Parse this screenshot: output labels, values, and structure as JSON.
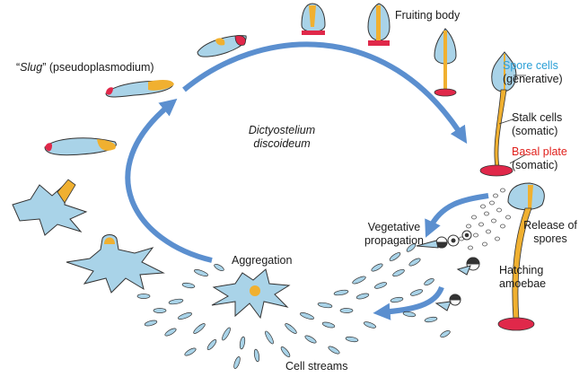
{
  "title_lines": [
    "Dictyostelium",
    "discoideum"
  ],
  "labels": {
    "slug_prefix": "“",
    "slug_word": "Slug",
    "slug_suffix": "” (pseudoplasmodium)",
    "fruiting_body": "Fruiting body",
    "spore_cells": "Spore cells",
    "spore_cells_note": "(generative)",
    "stalk_cells": "Stalk cells",
    "stalk_cells_note": "(somatic)",
    "basal_plate": "Basal plate",
    "basal_plate_note": "(somatic)",
    "release_of_spores": [
      "Release of",
      "spores"
    ],
    "vegetative_propagation": [
      "Vegetative",
      "propagation"
    ],
    "hatching_amoebae": [
      "Hatching",
      "amoebae"
    ],
    "aggregation": "Aggregation",
    "cell_streams": "Cell streams"
  },
  "colors": {
    "cell_blue": "#a9d3e8",
    "orange_yellow": "#f0b030",
    "red": "#e0284a",
    "arrow_blue": "#5b8fcf",
    "spore_label_blue": "#2a9fd6",
    "basal_label_red": "#e0201c"
  }
}
